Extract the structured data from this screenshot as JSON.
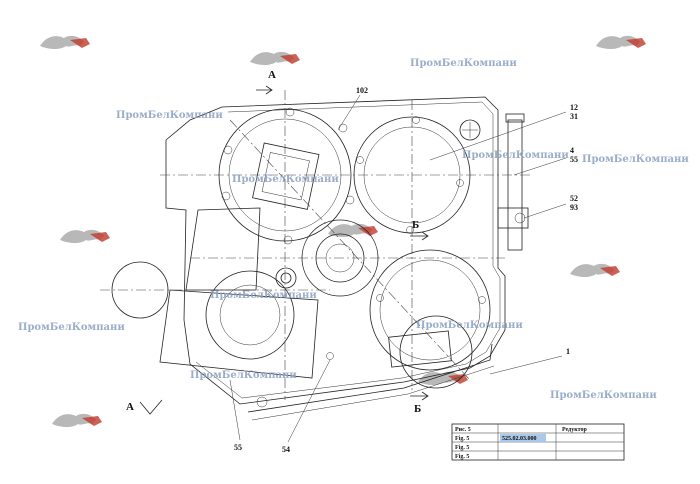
{
  "watermark": {
    "company": "ПромБелКомпани"
  },
  "callouts": {
    "c102": "102",
    "c12": "12",
    "c31": "31",
    "c4": "4",
    "c55a": "55",
    "c52": "52",
    "c93": "93",
    "c1": "1",
    "c55b": "55",
    "c54": "54"
  },
  "sections": {
    "a_top": "А",
    "a_bottom": "А",
    "b_top": "Б",
    "b_bottom": "Б"
  },
  "title_block": {
    "r1c1": "Рис. 5",
    "r1c3": "Редуктор",
    "r2c1": "Fig. 5",
    "r2c2": "525.02.03.000",
    "r3c1": "Fig. 5",
    "r4c1": "Fig. 5"
  },
  "colors": {
    "line": "#222222",
    "watermark": "#8aa0c0",
    "highlight": "#a9c8ea",
    "logo_red": "#c0392b"
  }
}
